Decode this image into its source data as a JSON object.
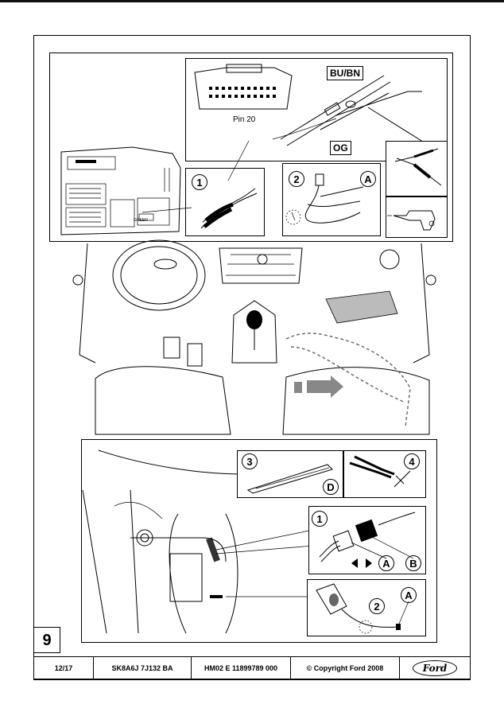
{
  "step": {
    "number": "9"
  },
  "top_panel": {
    "connector_label": "Pin 20",
    "module_label": "GREEN",
    "wire_labels": {
      "upper": "BU/BN",
      "lower": "OG"
    },
    "callouts": {
      "tool": "1",
      "kit": "2",
      "kit_part": "A"
    }
  },
  "bottom_panel": {
    "callouts": {
      "tie": "3",
      "tie_part": "D",
      "pliers": "4",
      "connector": "1",
      "connector_a": "A",
      "connector_b": "B",
      "switch": "2",
      "switch_a": "A"
    }
  },
  "footer": {
    "page": "12/17",
    "doc_code": "SK8A6J 7J132 BA",
    "part_number": "HM02 E 11899789 000",
    "copyright": "© Copyright Ford 2008",
    "logo_text": "Ford"
  },
  "icons": [
    "pliers-icon",
    "drill-icon",
    "cable-tie-icon",
    "connector-icon",
    "arrow-icon"
  ]
}
